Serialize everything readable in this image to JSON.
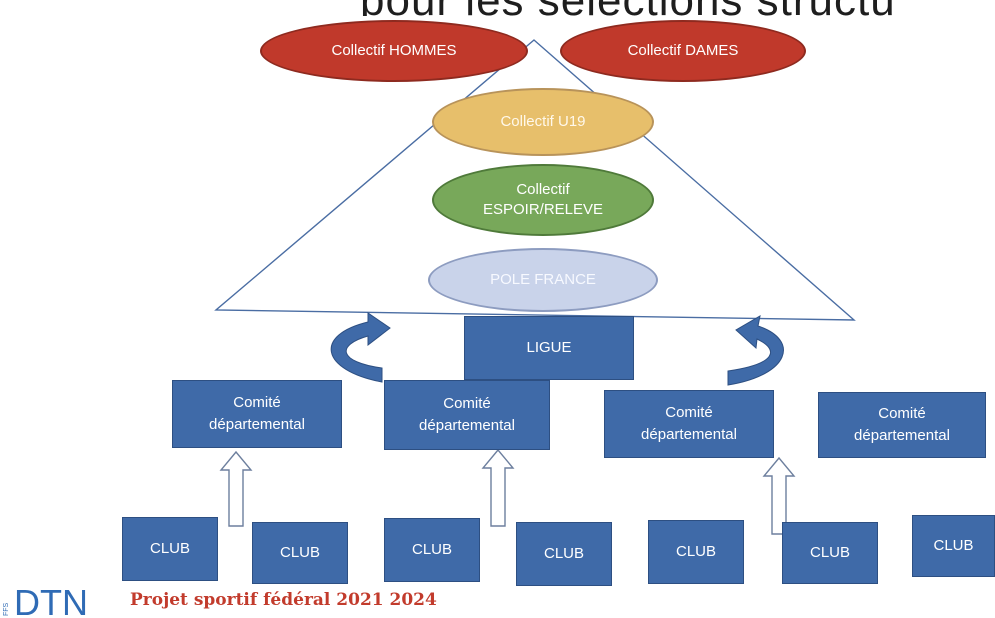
{
  "top_title_fragment": "pour les sélections structu",
  "pyramid": {
    "top_left": "Collectif HOMMES",
    "top_right": "Collectif DAMES",
    "u19": "Collectif U19",
    "espoir_line1": "Collectif",
    "espoir_line2": "ESPOIR/RELEVE",
    "pole": "POLE FRANCE"
  },
  "ligue": "LIGUE",
  "comites": [
    {
      "line1": "Comité",
      "line2": "départemental"
    },
    {
      "line1": "Comité",
      "line2": "départemental"
    },
    {
      "line1": "Comité",
      "line2": "départemental"
    },
    {
      "line1": "Comité",
      "line2": "départemental"
    }
  ],
  "clubs": [
    "CLUB",
    "CLUB",
    "CLUB",
    "CLUB",
    "CLUB",
    "CLUB",
    "CLUB"
  ],
  "footer": {
    "logo_text": "DTN",
    "logo_vertical": "FFS",
    "title": "Projet sportif fédéral 2021 2024"
  },
  "colors": {
    "red": "#c0392b",
    "yellow": "#e7bf6b",
    "green": "#78a85a",
    "blue_light": "#c9d3ea",
    "box_blue": "#3f6aa8",
    "footer_red": "#c23b2c",
    "logo_blue": "#2f6bb5"
  }
}
